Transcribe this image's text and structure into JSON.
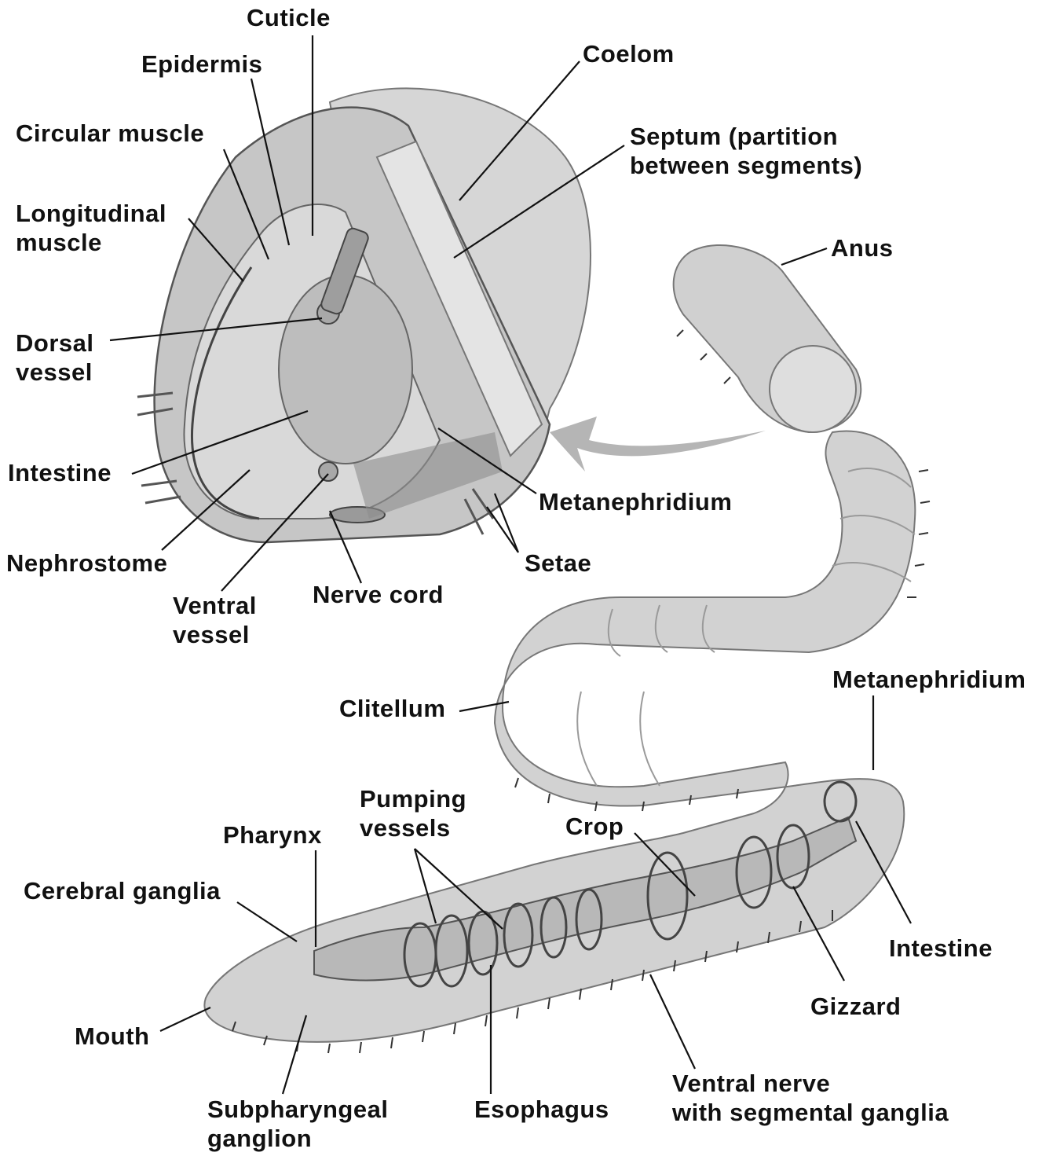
{
  "labels": {
    "cuticle": "Cuticle",
    "epidermis": "Epidermis",
    "circular_muscle": "Circular muscle",
    "longitudinal_muscle": [
      "Longitudinal",
      "muscle"
    ],
    "dorsal_vessel": [
      "Dorsal",
      "vessel"
    ],
    "intestine_cross": "Intestine",
    "nephrostome": "Nephrostome",
    "ventral_vessel": [
      "Ventral",
      "vessel"
    ],
    "nerve_cord": "Nerve cord",
    "coelom": "Coelom",
    "septum": [
      "Septum (partition",
      "between segments)"
    ],
    "anus": "Anus",
    "metanephridium_cross": "Metanephridium",
    "setae": "Setae",
    "clitellum": "Clitellum",
    "metanephridium_body": "Metanephridium",
    "pumping_vessels": [
      "Pumping",
      "vessels"
    ],
    "pharynx": "Pharynx",
    "crop": "Crop",
    "cerebral_ganglia": "Cerebral ganglia",
    "intestine_body": "Intestine",
    "mouth": "Mouth",
    "gizzard": "Gizzard",
    "ventral_nerve": [
      "Ventral nerve",
      "with segmental ganglia"
    ],
    "subpharyngeal_ganglion": [
      "Subpharyngeal",
      "ganglion"
    ],
    "esophagus": "Esophagus"
  },
  "colors": {
    "tissue": "#c9c9c9",
    "tissue_light": "#dedede",
    "tissue_dark": "#9a9a9a",
    "outline": "#555555",
    "leader": "#111111",
    "arrow": "#b5b5b5"
  }
}
